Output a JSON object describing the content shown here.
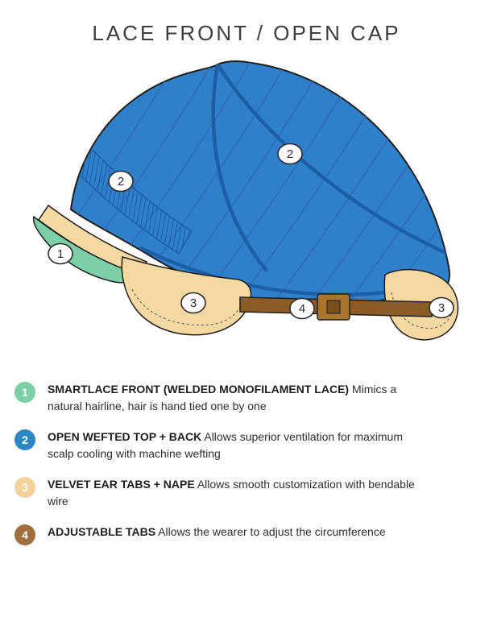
{
  "title": "LACE FRONT / OPEN CAP",
  "diagram": {
    "badges": [
      "1",
      "2",
      "2",
      "3",
      "3",
      "4"
    ]
  },
  "colors": {
    "cap_blue": "#2f80c9",
    "cap_seam": "#1d5fa6",
    "weft_line": "#2a6db8",
    "lace_green": "#7ccfa7",
    "tab_tan": "#f6d9a2",
    "strap_brown": "#8c5c26",
    "buckle_brown": "#a9752f",
    "outline": "#1f1f1f",
    "title_text": "#3d3d3d"
  },
  "legend": {
    "items": [
      {
        "number": "1",
        "color": "#7ccfa7",
        "label": "SMARTLACE FRONT (WELDED MONOFILAMENT LACE)",
        "description": "Mimics a natural hairline, hair is hand tied one by one"
      },
      {
        "number": "2",
        "color": "#2e86c5",
        "label": "OPEN WEFTED TOP + BACK",
        "description": "Allows superior ventilation for maximum scalp cooling with machine wefting"
      },
      {
        "number": "3",
        "color": "#f3d39b",
        "label": "VELVET EAR TABS + NAPE",
        "description": "Allows smooth customization with bendable wire"
      },
      {
        "number": "4",
        "color": "#a06f3e",
        "label": "ADJUSTABLE TABS",
        "description": "Allows the wearer to adjust the circumference"
      }
    ]
  }
}
